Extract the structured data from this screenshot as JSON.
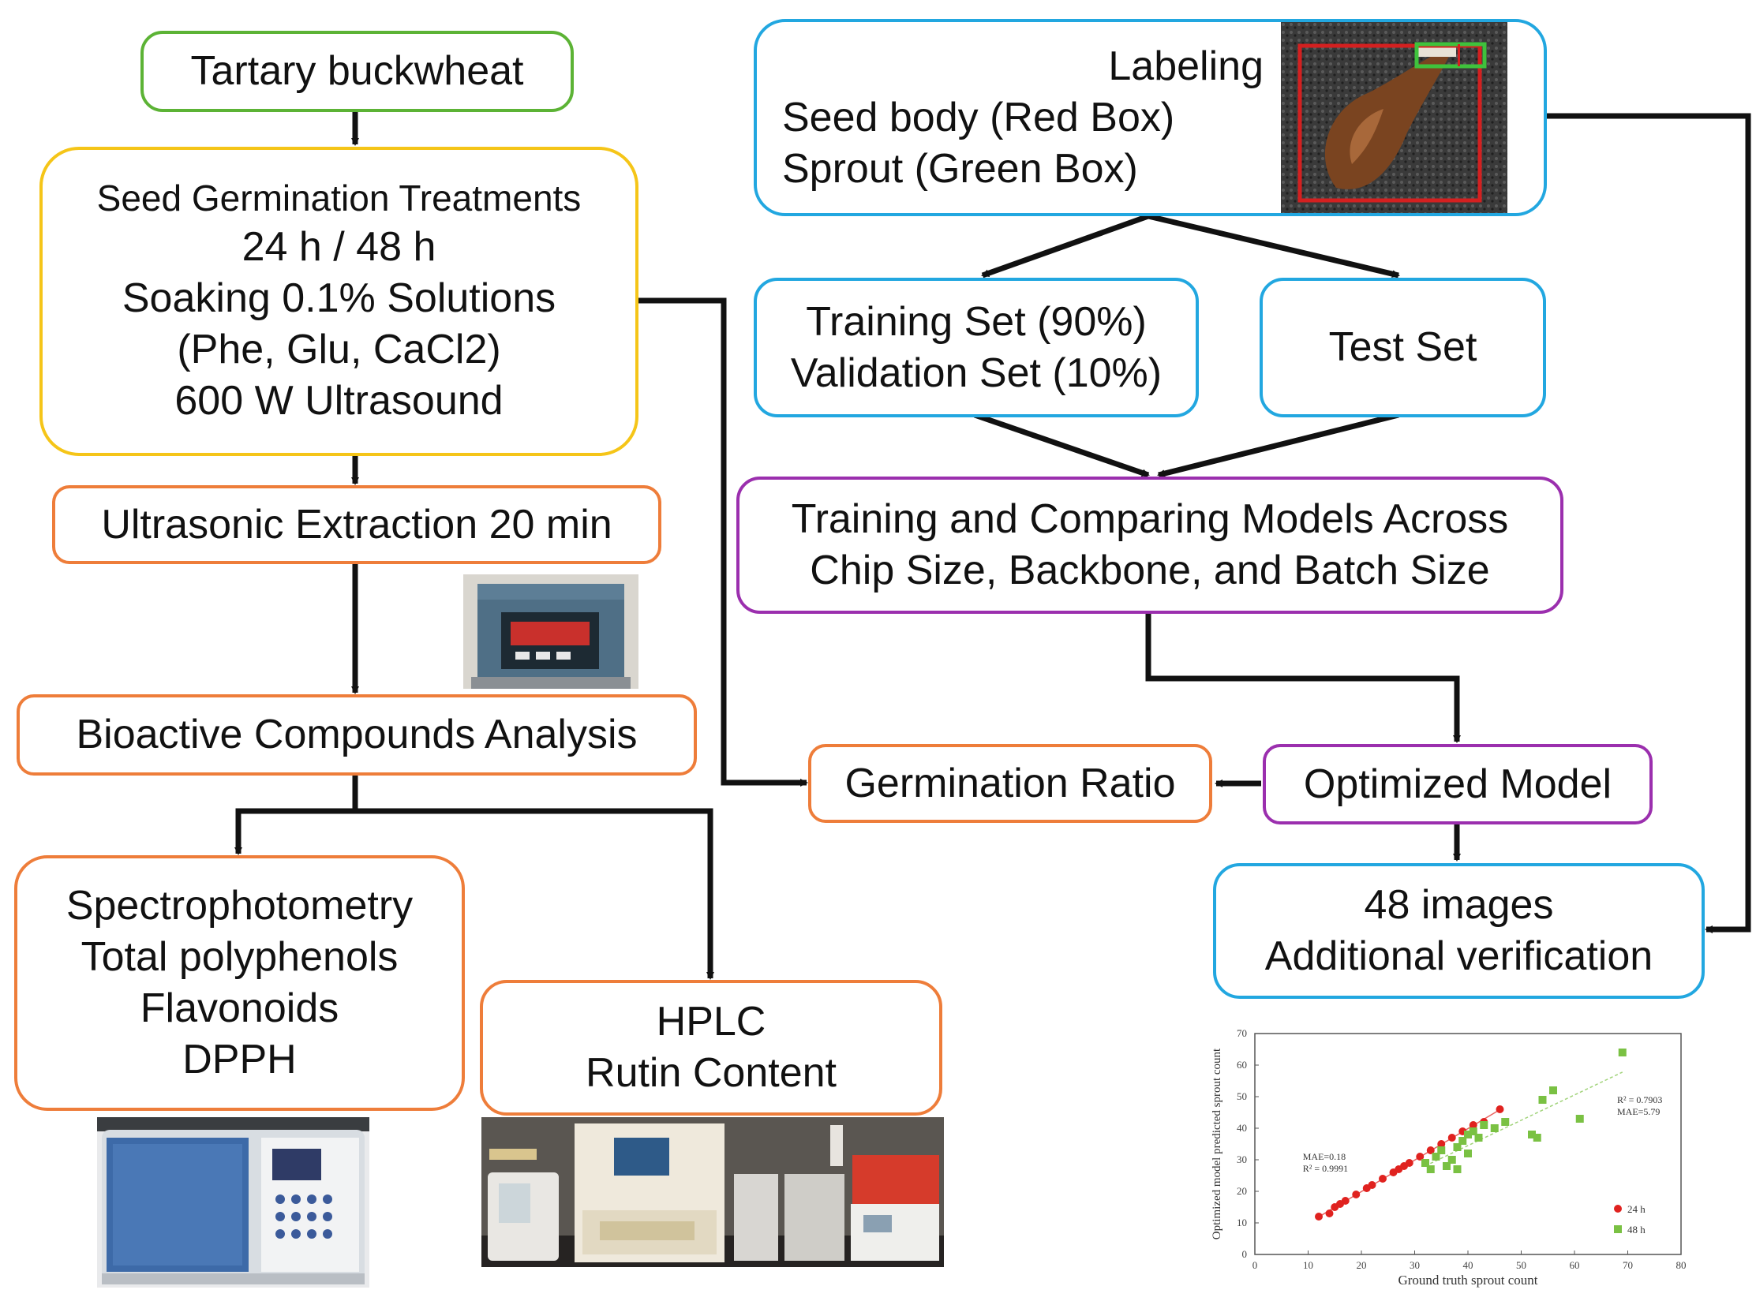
{
  "left": {
    "tartary": "Tartary buckwheat",
    "germination": {
      "title": "Seed Germination Treatments",
      "lines": [
        "24 h / 48 h",
        "Soaking 0.1% Solutions",
        "(Phe, Glu, CaCl2)",
        "600 W Ultrasound"
      ]
    },
    "extraction": "Ultrasonic Extraction 20 min",
    "bioactive": "Bioactive Compounds Analysis",
    "spectro": [
      "Spectrophotometry",
      "Total polyphenols",
      "Flavonoids",
      "DPPH"
    ],
    "hplc": [
      "HPLC",
      "Rutin Content"
    ]
  },
  "right": {
    "labeling": [
      "Labeling",
      "Seed body (Red Box)",
      "Sprout (Green Box)"
    ],
    "training_set": [
      "Training Set (90%)",
      "Validation Set (10%)"
    ],
    "test_set": "Test Set",
    "training_models": [
      "Training and Comparing Models Across",
      "Chip Size, Backbone, and Batch Size"
    ],
    "germination_ratio": "Germination Ratio",
    "optimized_model": "Optimized Model",
    "verification": [
      "48 images",
      "Additional verification"
    ]
  },
  "colors": {
    "green": "#5cb335",
    "yellow": "#f5c518",
    "orange": "#ee7d3a",
    "blue": "#22a7e0",
    "purple": "#9b2fae",
    "arrow": "#111111"
  },
  "chart_data": {
    "type": "scatter",
    "xlabel": "Ground truth sprout count",
    "ylabel": "Optimized model predicted sprout count",
    "xlim": [
      0,
      80
    ],
    "ylim": [
      0,
      70
    ],
    "xticks": [
      "0",
      "10",
      "20",
      "30",
      "40",
      "50",
      "60",
      "70",
      "80"
    ],
    "yticks": [
      "0",
      "10",
      "20",
      "30",
      "40",
      "50",
      "60",
      "70"
    ],
    "legend_position": "bottom-right",
    "series": [
      {
        "name": "24 h",
        "color": "#e0221f",
        "marker": "circle",
        "x": [
          12,
          14,
          15,
          16,
          17,
          19,
          21,
          22,
          24,
          26,
          27,
          28,
          29,
          31,
          33,
          35,
          37,
          39,
          41,
          43,
          46
        ],
        "y": [
          12,
          13,
          15,
          16,
          17,
          19,
          21,
          22,
          24,
          26,
          27,
          28,
          29,
          31,
          33,
          35,
          37,
          39,
          41,
          42,
          46
        ]
      },
      {
        "name": "48 h",
        "color": "#7ac143",
        "marker": "square",
        "x": [
          32,
          33,
          34,
          35,
          36,
          37,
          38,
          38,
          39,
          40,
          40,
          41,
          42,
          43,
          45,
          47,
          52,
          53,
          54,
          56,
          61,
          69
        ],
        "y": [
          29,
          27,
          31,
          33,
          28,
          30,
          34,
          27,
          36,
          32,
          38,
          39,
          37,
          41,
          40,
          42,
          38,
          37,
          49,
          52,
          43,
          64
        ]
      }
    ],
    "annotations": [
      {
        "x": 9,
        "y": 30,
        "lines": [
          "MAE=0.18",
          "R² = 0.9991"
        ]
      },
      {
        "x": 68,
        "y": 48,
        "lines": [
          "R² = 0.7903",
          "MAE=5.79"
        ]
      }
    ]
  }
}
